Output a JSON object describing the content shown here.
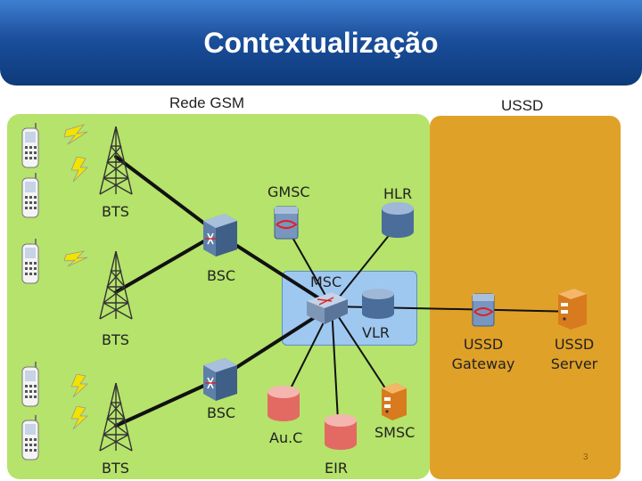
{
  "header": {
    "title": "Contextualização"
  },
  "sections": {
    "gsm_label": "Rede GSM",
    "ussd_label": "USSD"
  },
  "nodes": {
    "bts_top": "BTS",
    "bts_mid": "BTS",
    "bts_bottom": "BTS",
    "bsc_top": "BSC",
    "bsc_bottom": "BSC",
    "gmsc": "GMSC",
    "hlr": "HLR",
    "msc": "MSC",
    "vlr": "VLR",
    "auc": "Au.C",
    "eir": "EIR",
    "smsc": "SMSC",
    "ussd_gateway": [
      "USSD",
      "Gateway"
    ],
    "ussd_server": [
      "USSD",
      "Server"
    ]
  },
  "footer": {
    "page_number": "3"
  },
  "colors": {
    "gsm_panel": "#b5e36b",
    "ussd_panel": "#e0a128",
    "msc_box": "#9ec8f0",
    "header": "#1b4f9c"
  },
  "icons": [
    "mobile-phone-icon",
    "cell-tower-icon",
    "lightning-icon",
    "switch-icon",
    "database-icon",
    "server-icon"
  ]
}
